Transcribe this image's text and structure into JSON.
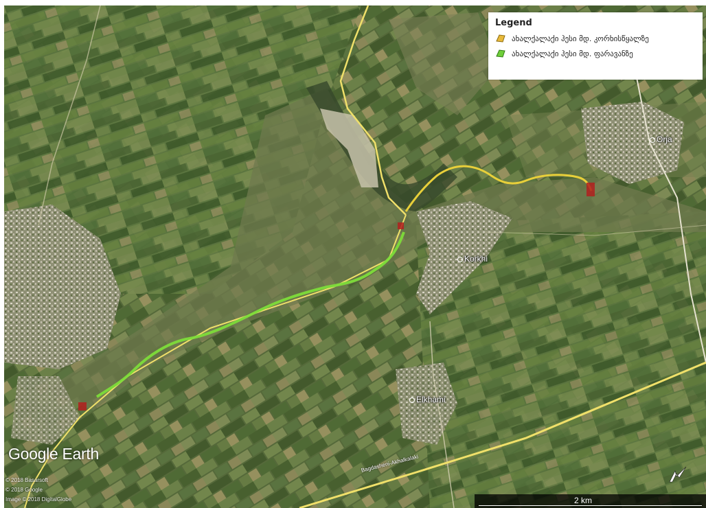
{
  "legend": {
    "title": "Legend",
    "items": [
      {
        "label": "ახალქალაქი ჰესი მდ. კორხისწყალზე",
        "color": "#e8b93a"
      },
      {
        "label": "ახალქალაქი ჰესი მდ. ფარავანზე",
        "color": "#6fce3a"
      }
    ]
  },
  "places": {
    "orja": "Orja",
    "korkhi": "Korkhi",
    "elkhami": "Elkhami"
  },
  "branding": {
    "logo_google": "Google",
    "logo_earth": "Earth",
    "credit_1": "© 2018 Basarsoft",
    "credit_2": "© 2018 Google",
    "credit_3": "Image © 2018 DigitalGlobe"
  },
  "road_label": "Bagdasheni-Akhalkalaki",
  "scale": {
    "label": "2 km"
  },
  "colors": {
    "korkhi_route": "#e8cf3a",
    "paravani_route": "#7ddc3a",
    "road": "#f0e06a",
    "dam_marker": "#b2201e"
  },
  "icons": {
    "compass": "north-arrow-icon"
  }
}
